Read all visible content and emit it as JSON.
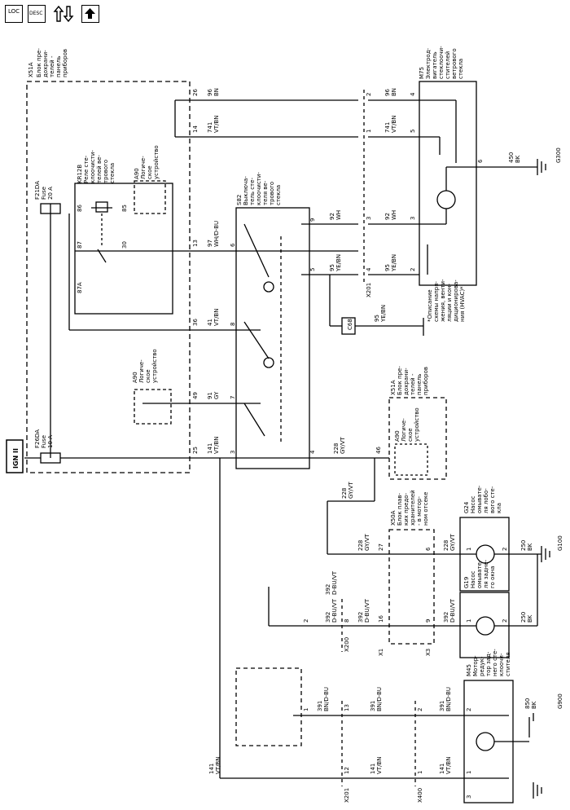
{
  "toolbar": {
    "loc_label": "LOC",
    "desc_label": "DESC"
  },
  "diagram": {
    "ign_label": "IGN II",
    "x51a": {
      "name": "X51A",
      "desc": [
        "Блок пре-",
        "дохрани-",
        "телей -",
        "панель",
        "приборов"
      ]
    },
    "f21da": {
      "name": "F21DA",
      "l1": "Fuse",
      "l2": "20 A"
    },
    "f26da": {
      "name": "F26DA",
      "l1": "Fuse",
      "l2": "10 A"
    },
    "kr12b": {
      "name": "KR12B",
      "desc": [
        "Реле сте-",
        "клоочисти-",
        "телей ве-",
        "трового",
        "стекла"
      ]
    },
    "a90_top": {
      "name": "A90",
      "desc": [
        "Логиче-",
        "ское",
        "устройство"
      ]
    },
    "a90_mid": {
      "name": "A90",
      "desc": [
        "Логиче-",
        "ское",
        "устройство"
      ]
    },
    "a90_right": {
      "name": "A90",
      "desc": [
        "Логиче-",
        "ское",
        "устройство"
      ]
    },
    "relay_pins": [
      "86",
      "85",
      "87",
      "30",
      "87A"
    ],
    "s82": {
      "name": "S82",
      "desc": [
        "Выключа-",
        "тель сте-",
        "клоочисти-",
        "теля ве-",
        "трового",
        "стекла"
      ]
    },
    "m75": {
      "name": "M75",
      "desc": [
        "Электрод-",
        "вигатель",
        "стеклоочи-",
        "стителей",
        "ветрового",
        "стекла"
      ]
    },
    "g300": "G300",
    "g100": "G100",
    "g900": "G900",
    "wire_450": {
      "num": "450",
      "color": "BK"
    },
    "x51a_pins": [
      {
        "pin": "26",
        "num": "96",
        "color": "BN"
      },
      {
        "pin": "14",
        "num": "741",
        "color": "VT/BN"
      },
      {
        "pin": "13",
        "num": "97",
        "color": "WH/D-BU"
      },
      {
        "pin": "36",
        "num": "41",
        "color": "VT/BN"
      },
      {
        "pin": "49",
        "num": "91",
        "color": "GY"
      },
      {
        "pin": "25",
        "num": "141",
        "color": "VT/BN"
      }
    ],
    "s82_pins": [
      "6",
      "8",
      "7",
      "3",
      "9",
      "5",
      "4"
    ],
    "m75_pins": [
      {
        "pin": "4",
        "num": "96",
        "color": "BN"
      },
      {
        "pin": "5",
        "num": "741",
        "color": "VT/BN"
      },
      {
        "pin": "3",
        "num": "92",
        "color": "WH"
      },
      {
        "pin": "2",
        "num": "95",
        "color": "YE/BN"
      },
      {
        "pin": "6",
        "num": "",
        "color": ""
      }
    ],
    "x201_top": {
      "name": "X201",
      "pins": [
        "2",
        "1",
        "3",
        "4"
      ]
    },
    "wire_92": {
      "num": "92",
      "color": "WH"
    },
    "wire_95": {
      "num": "95",
      "color": "YE/BN"
    },
    "c68": "C68",
    "hvac_note": [
      "*Описание",
      "схемы напря-",
      "жения, венти-",
      "ляции и кон-",
      "диционирова-",
      "ния (HVAC)*"
    ],
    "wire_95_hvac": {
      "num": "95",
      "color": "YE/BN"
    },
    "wire_228": {
      "num": "228",
      "color": "GY/VT"
    },
    "pin_46": "46",
    "x51a_right": {
      "name": "X51A",
      "desc": [
        "Блок пре-",
        "дохрани-",
        "телей -",
        "панель",
        "приборов"
      ]
    },
    "x50a": {
      "name": "X50A",
      "desc": [
        "Блок плав-",
        "ких предо-",
        "хранителей",
        "- в мотор-",
        "ном отсеке"
      ]
    },
    "x50a_pins": [
      "27",
      "6",
      "16",
      "9"
    ],
    "x1": "X1",
    "x3": "X3",
    "wire_392": {
      "num": "392",
      "color": "D-BU/VT"
    },
    "x200": {
      "name": "X200",
      "pin": "8"
    },
    "g24": {
      "name": "G24",
      "desc": [
        "Насос",
        "омывате-",
        "ля лобо-",
        "вого сте-",
        "кла"
      ]
    },
    "g19": {
      "name": "G19",
      "desc": [
        "Насос",
        "омывате-",
        "ля задне-",
        "го окна"
      ]
    },
    "wire_250": {
      "num": "250",
      "color": "BK"
    },
    "m45": {
      "name": "M45",
      "desc": [
        "Мотор-",
        "редук-",
        "тор зад-",
        "него сте-",
        "клоочи-",
        "стителя"
      ]
    },
    "wire_850": {
      "num": "850",
      "color": "BK"
    },
    "wire_391": {
      "num": "391",
      "color": "BN/D-BU"
    },
    "wire_141": {
      "num": "141",
      "color": "VT/BN"
    },
    "x201_bottom": {
      "name": "X201",
      "pins": [
        "13",
        "12"
      ]
    },
    "x400": {
      "name": "X400",
      "pins": [
        "2",
        "1"
      ]
    },
    "bottom_pins": [
      "1",
      "2",
      "2",
      "1",
      "3"
    ],
    "pump_pins": [
      "1",
      "2"
    ]
  }
}
